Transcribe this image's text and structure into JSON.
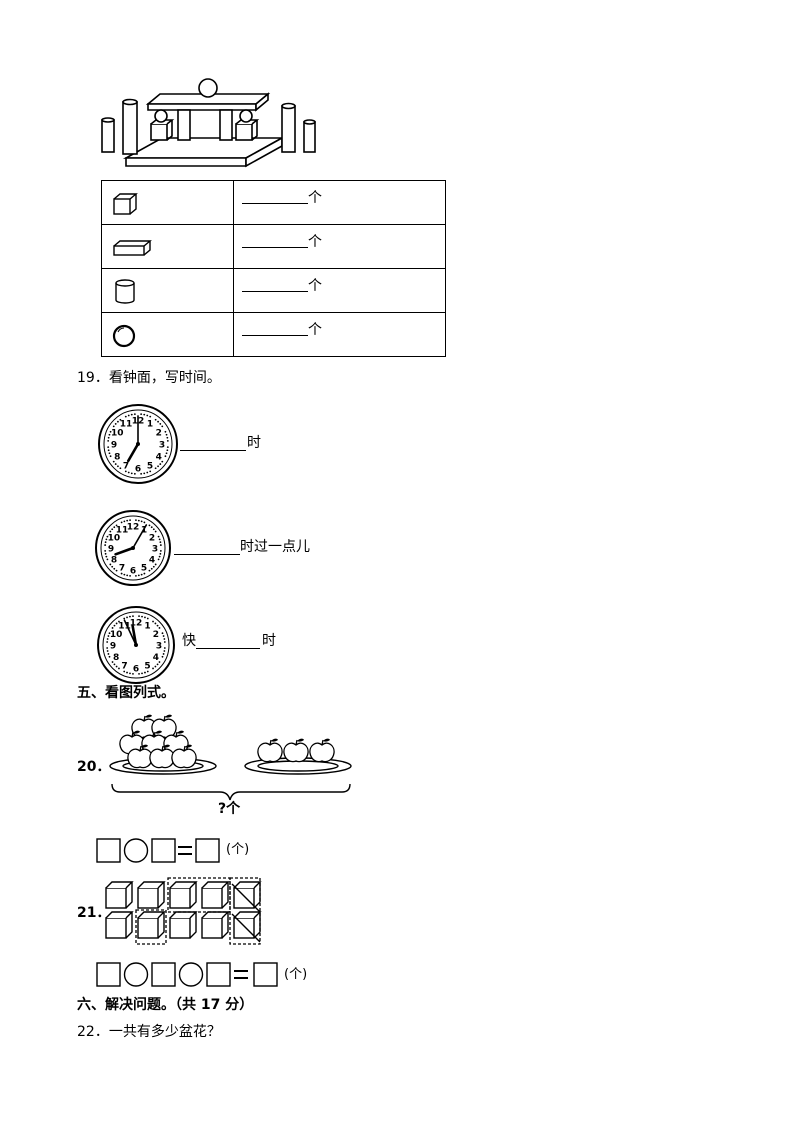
{
  "shape_table": {
    "unit": "个",
    "rows": [
      {
        "icon": "cube-icon"
      },
      {
        "icon": "cuboid-icon"
      },
      {
        "icon": "cylinder-icon"
      },
      {
        "icon": "sphere-icon"
      }
    ]
  },
  "q19": {
    "number": "19．",
    "prompt": "看钟面，写时间。",
    "clock1_suffix": "时",
    "clock2_suffix": "时过一点儿",
    "clock3_prefix": "快",
    "clock3_suffix": "时",
    "clock_numbers": [
      "12",
      "1",
      "2",
      "3",
      "4",
      "5",
      "6",
      "7",
      "8",
      "9",
      "10",
      "11"
    ]
  },
  "section5": {
    "title": "五、看图列式。"
  },
  "q20": {
    "number": "20．",
    "brace_label": "?个",
    "unit": "(个)"
  },
  "q21": {
    "number": "21．",
    "unit": "(个)"
  },
  "section6": {
    "title": "六、解决问题。（共 17 分）"
  },
  "q22": {
    "number": "22．",
    "prompt": "一共有多少盆花？"
  }
}
